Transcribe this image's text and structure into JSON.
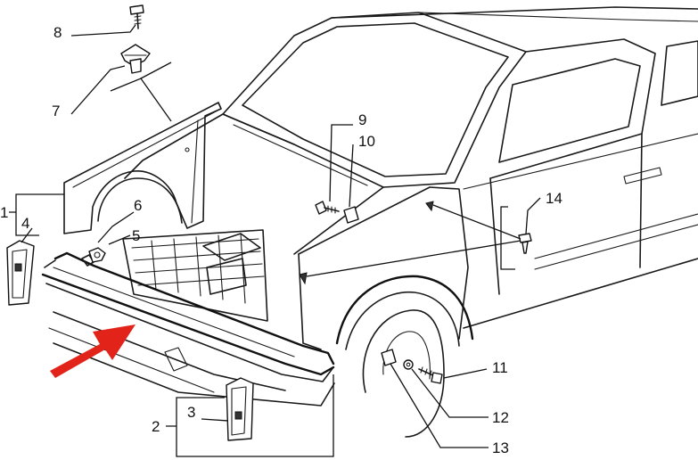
{
  "colors": {
    "line": "#1a1a1a",
    "background": "#ffffff",
    "pointer_arrow": "#e2231a"
  },
  "callouts": {
    "n1": "1",
    "n2": "2",
    "n3": "3",
    "n4": "4",
    "n5": "5",
    "n6": "6",
    "n7": "7",
    "n8": "8",
    "n9": "9",
    "n10": "10",
    "n11": "11",
    "n12": "12",
    "n13": "13",
    "n14": "14"
  }
}
